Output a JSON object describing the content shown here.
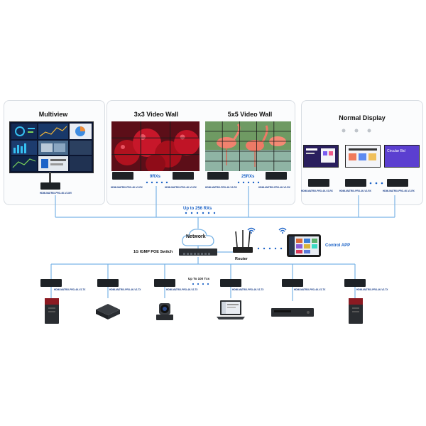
{
  "panels": {
    "multiview": {
      "title": "Multiview",
      "rx_label": "HDMI-MATRIX-PRO-4K-V2-MV"
    },
    "wall3": {
      "title": "3x3 Video Wall",
      "count_label": "9RXs",
      "rx_label_left": "HDMI-MATRIX-PRO-4K-V2-RX",
      "rx_label_right": "HDMI-MATRIX-PRO-4K-V2-RX"
    },
    "wall5": {
      "title": "5x5 Video Wall",
      "count_label": "25RXs",
      "rx_label_left": "HDMI-MATRIX-PRO-4K-V2-RX",
      "rx_label_right": "HDMI-MATRIX-PRO-4K-V2-RX"
    },
    "normal": {
      "title": "Normal Display",
      "screen_text": "Circular Bid",
      "rx_labels": [
        "HDMI-MATRIX-PRO-4K-V2-RX",
        "HDMI-MATRIX-PRO-4K-V2-RX",
        "HDMI-MATRIX-PRO-4K-V2-RX"
      ]
    }
  },
  "network": {
    "up_to_rx": "Up to 256 RXs",
    "cloud": "Network",
    "switch": "1G IGMP POE Switch",
    "router": "Router",
    "control_app": "Control APP",
    "up_to_tx": "Up To 100 Txs"
  },
  "transmitters": [
    {
      "label": "HDMI-MATRIX-PRO-4K-V2-TX",
      "device": "desktop-pc"
    },
    {
      "label": "HDMI-MATRIX-PRO-4K-V2-TX",
      "device": "media-box"
    },
    {
      "label": "HDMI-MATRIX-PRO-4K-V2-TX",
      "device": "ptz-camera"
    },
    {
      "label": "HDMI-MATRIX-PRO-4K-V2-TX",
      "device": "laptop"
    },
    {
      "label": "HDMI-MATRIX-PRO-4K-V2-TX",
      "device": "blu-ray-player"
    },
    {
      "label": "HDMI-MATRIX-PRO-4K-V2-TX",
      "device": "desktop-pc"
    }
  ],
  "colors": {
    "wire": "#7ab4e6",
    "accent": "#1c63c7",
    "device": "#1e2226"
  }
}
